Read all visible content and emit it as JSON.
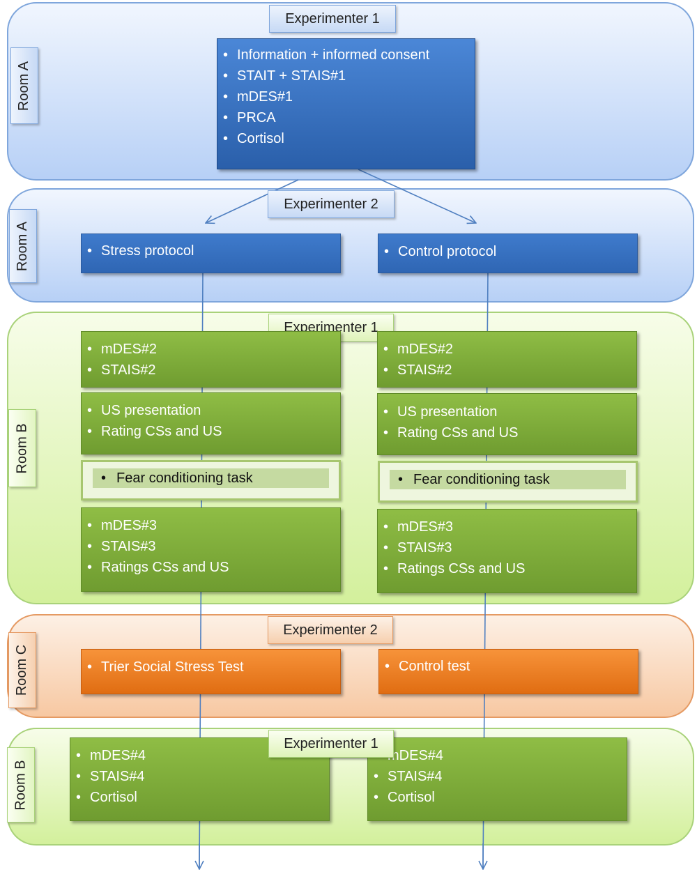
{
  "rooms": [
    "Room A",
    "Room A",
    "Room B",
    "Room C",
    "Room B"
  ],
  "experimenters": [
    "Experimenter  1",
    "Experimenter  2",
    "Experimenter  1",
    "Experimenter  2",
    "Experimenter  1"
  ],
  "stage1": [
    "Information + informed consent",
    "STAIT + STAIS#1",
    "mDES#1",
    "PRCA",
    "Cortisol"
  ],
  "stage2": {
    "left": "Stress protocol",
    "right": "Control protocol"
  },
  "stage3": {
    "left": {
      "a": [
        "mDES#2",
        "STAIS#2"
      ],
      "b": [
        "US presentation",
        "Rating CSs and US"
      ],
      "task": "Fear conditioning task",
      "c": [
        "mDES#3",
        "STAIS#3",
        "Ratings CSs and US"
      ]
    },
    "right": {
      "a": [
        "mDES#2",
        "STAIS#2"
      ],
      "b": [
        "US presentation",
        "Rating CSs and US"
      ],
      "task": "Fear conditioning task",
      "c": [
        "mDES#3",
        "STAIS#3",
        "Ratings CSs and US"
      ]
    }
  },
  "stage4": {
    "left": "Trier Social Stress Test",
    "right": "Control test"
  },
  "stage5": {
    "left": [
      "mDES#4",
      "STAIS#4",
      "Cortisol"
    ],
    "right": [
      "mDES#4",
      "STAIS#4",
      "Cortisol"
    ]
  },
  "colors": {
    "blue_box": "#2f66b4",
    "green_box": "#77a535",
    "orange_box": "#ee7b22",
    "connector": "#4f7fc0"
  }
}
